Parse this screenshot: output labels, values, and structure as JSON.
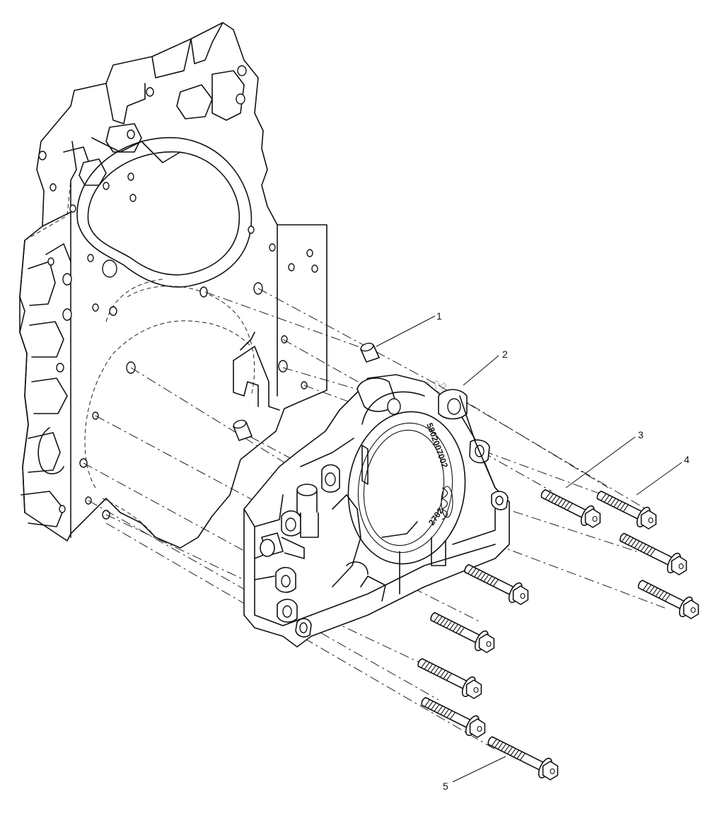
{
  "callouts": [
    {
      "id": "1",
      "label": "1"
    },
    {
      "id": "2",
      "label": "2"
    },
    {
      "id": "3",
      "label": "3"
    },
    {
      "id": "4",
      "label": "4"
    },
    {
      "id": "5",
      "label": "5"
    }
  ],
  "part_markings": {
    "serial": "5802007002",
    "code": "2702"
  },
  "watermark": "AutoSoft"
}
